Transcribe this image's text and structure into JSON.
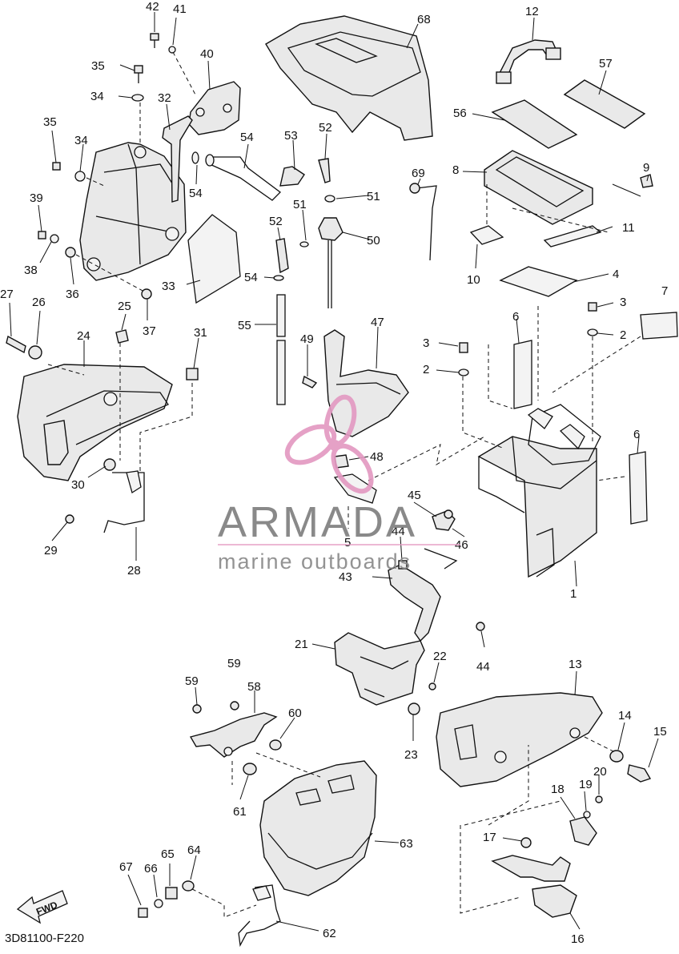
{
  "diagram": {
    "code": "3D81100-F220",
    "fwd_label": "FWD",
    "watermark": {
      "brand": "ARMADA",
      "tagline": "marine outboards"
    },
    "callouts": [
      "42",
      "41",
      "40",
      "35",
      "34",
      "32",
      "35",
      "34",
      "39",
      "38",
      "36",
      "37",
      "33",
      "54",
      "53",
      "54",
      "52",
      "51",
      "50",
      "52",
      "51",
      "54",
      "55",
      "68",
      "12",
      "57",
      "56",
      "8",
      "9",
      "11",
      "69",
      "10",
      "4",
      "27",
      "26",
      "24",
      "25",
      "31",
      "49",
      "47",
      "3",
      "3",
      "2",
      "2",
      "7",
      "6",
      "6",
      "30",
      "29",
      "28",
      "48",
      "45",
      "44",
      "46",
      "5",
      "43",
      "1",
      "44",
      "21",
      "22",
      "23",
      "13",
      "14",
      "15",
      "20",
      "19",
      "18",
      "17",
      "16",
      "59",
      "59",
      "58",
      "60",
      "61",
      "63",
      "62",
      "64",
      "65",
      "66",
      "67"
    ]
  },
  "colors": {
    "ink": "#111111",
    "part_fill": "#e9e9e9",
    "watermark_gray": "#7f7f7f",
    "watermark_pink": "#e39ac2"
  }
}
